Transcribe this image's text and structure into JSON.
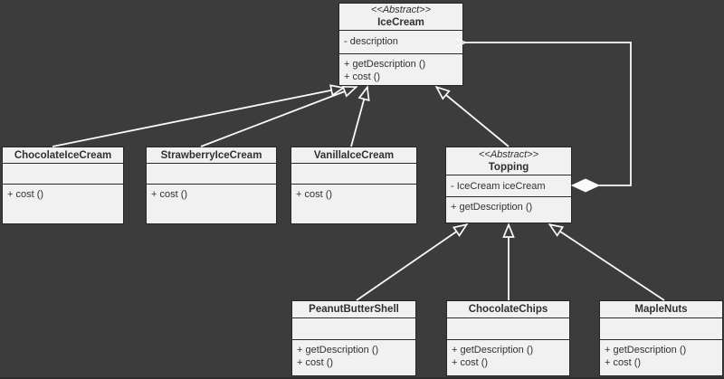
{
  "canvas": {
    "background_color": "#3c3c3c",
    "box_fill_color": "#f1f1f1",
    "box_border_color": "#262626",
    "connector_color": "#fafafa",
    "text_color": "#303030"
  },
  "classes": [
    {
      "id": "icecream",
      "stereotype": "<<Abstract>>",
      "name": "IceCream",
      "attributes": [
        "- description"
      ],
      "methods": [
        "+ getDescription ()",
        "+ cost ()"
      ]
    },
    {
      "id": "chocolate-icecream",
      "stereotype": "",
      "name": "ChocolateIceCream",
      "attributes": [],
      "methods": [
        "+ cost ()"
      ]
    },
    {
      "id": "strawberry-icecream",
      "stereotype": "",
      "name": "StrawberryIceCream",
      "attributes": [],
      "methods": [
        "+ cost ()"
      ]
    },
    {
      "id": "vanilla-icecream",
      "stereotype": "",
      "name": "VanillaIceCream",
      "attributes": [],
      "methods": [
        "+ cost ()"
      ]
    },
    {
      "id": "topping",
      "stereotype": "<<Abstract>>",
      "name": "Topping",
      "attributes": [
        "- IceCream iceCream"
      ],
      "methods": [
        "+ getDescription ()"
      ]
    },
    {
      "id": "peanut-butter-shell",
      "stereotype": "",
      "name": "PeanutButterShell",
      "attributes": [],
      "methods": [
        "+ getDescription ()",
        "+ cost ()"
      ]
    },
    {
      "id": "chocolate-chips",
      "stereotype": "",
      "name": "ChocolateChips",
      "attributes": [],
      "methods": [
        "+ getDescription ()",
        "+ cost ()"
      ]
    },
    {
      "id": "maple-nuts",
      "stereotype": "",
      "name": "MapleNuts",
      "attributes": [],
      "methods": [
        "+ getDescription ()",
        "+ cost ()"
      ]
    }
  ],
  "relationships": [
    {
      "type": "generalization",
      "from": "ChocolateIceCream",
      "to": "IceCream"
    },
    {
      "type": "generalization",
      "from": "StrawberryIceCream",
      "to": "IceCream"
    },
    {
      "type": "generalization",
      "from": "VanillaIceCream",
      "to": "IceCream"
    },
    {
      "type": "generalization",
      "from": "Topping",
      "to": "IceCream"
    },
    {
      "type": "generalization",
      "from": "PeanutButterShell",
      "to": "Topping"
    },
    {
      "type": "generalization",
      "from": "ChocolateChips",
      "to": "Topping"
    },
    {
      "type": "generalization",
      "from": "MapleNuts",
      "to": "Topping"
    },
    {
      "type": "aggregation",
      "from": "Topping",
      "to": "IceCream"
    }
  ]
}
